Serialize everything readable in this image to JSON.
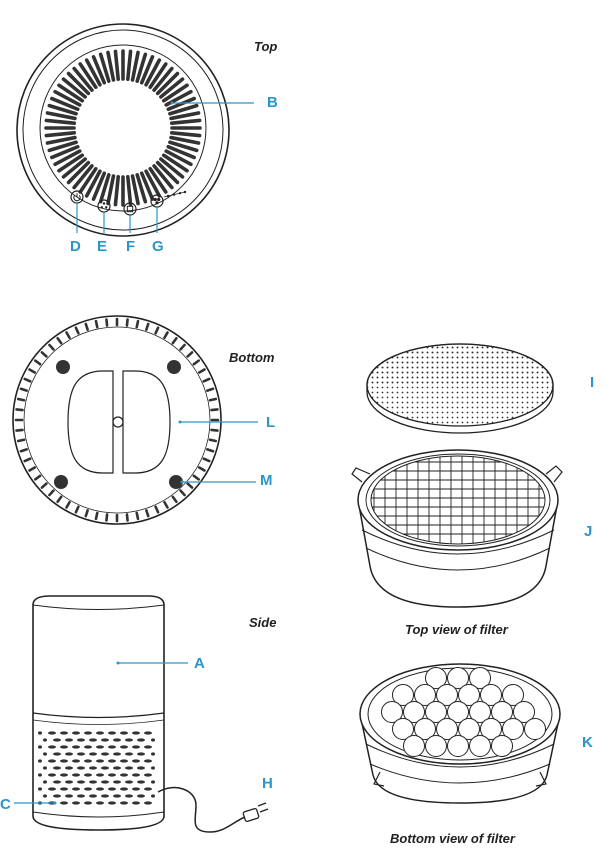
{
  "colors": {
    "line": "#222222",
    "callout": "#2a97c9",
    "filter_fill": "#f4f4f4"
  },
  "views": {
    "top": "Top",
    "bottom": "Bottom",
    "side": "Side"
  },
  "captions": {
    "filter_top": "Top view of filter",
    "filter_bottom": "Bottom view of filter"
  },
  "labels": {
    "A": "A",
    "B": "B",
    "C": "C",
    "D": "D",
    "E": "E",
    "F": "F",
    "G": "G",
    "H": "H",
    "I": "I",
    "J": "J",
    "K": "K",
    "L": "L",
    "M": "M"
  },
  "icons": {
    "power": "power-icon",
    "mode": "fan-mode-icon",
    "filter": "filter-icon",
    "speed": "fan-speed-icon"
  }
}
